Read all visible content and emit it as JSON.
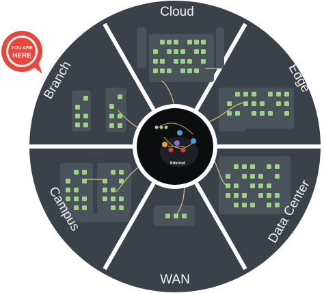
{
  "badge": {
    "line1": "YOU ARE",
    "line2": "HERE",
    "color": "#e8473b"
  },
  "segments": {
    "cloud": "Cloud",
    "edge": "Edge",
    "data_center": "Data Center",
    "wan": "WAN",
    "campus": "Campus",
    "branch": "Branch"
  },
  "center": {
    "label": "Internet"
  },
  "colors": {
    "ring": "#3a4149",
    "panel": "#4a525b",
    "node": "#9fd08a",
    "node_dark": "#2d3339",
    "link": "#c9b27a",
    "divider": "#ffffff",
    "core": "#0c0d0f"
  }
}
